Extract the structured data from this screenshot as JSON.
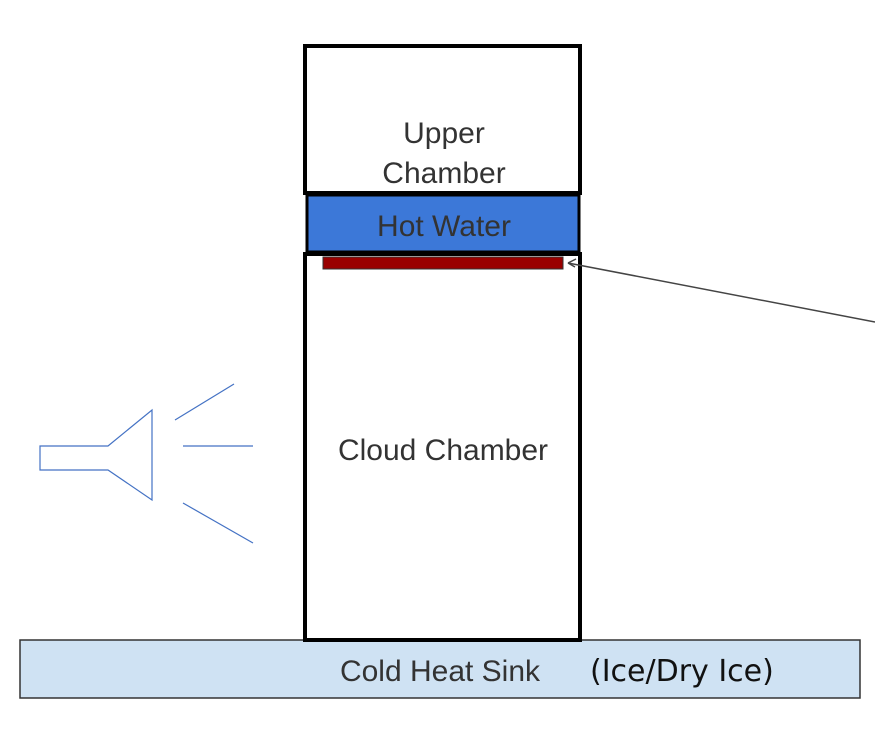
{
  "labels": {
    "upper_chamber_line1": "Upper",
    "upper_chamber_line2": "Chamber",
    "hot_water": "Hot Water",
    "cloud_chamber": "Cloud Chamber",
    "heat_sink": "Cold Heat Sink",
    "heat_sink_note": "(Ice/Dry Ice)"
  },
  "colors": {
    "hot_water": "#3c78d8",
    "heater_strip": "#990000",
    "heat_sink": "#cfe2f3",
    "speaker": "#4472c4",
    "outline": "#000000"
  }
}
